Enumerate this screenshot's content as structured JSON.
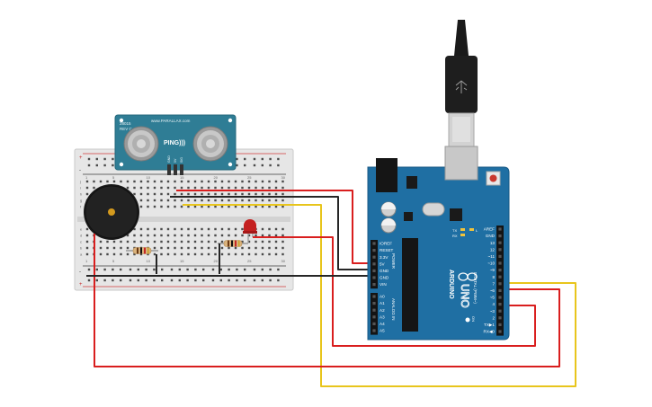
{
  "sensor": {
    "brand_line": "www.PARALLAX.com",
    "model_line1": "28015",
    "model_line2": "REV C",
    "name": "PING)))",
    "pin_labels": [
      "GND",
      "5V",
      "SIG"
    ]
  },
  "arduino": {
    "brand": "ARDUINO",
    "model": "UNO",
    "tx_label": "TX",
    "rx_label": "RX",
    "l_label": "L",
    "on_label": "ON",
    "power_header_title": "POWER",
    "power_pins": [
      "IOREF",
      "RESET",
      "3.3V",
      "5V",
      "GND",
      "GND",
      "VIN"
    ],
    "analog_header_title": "ANALOG IN",
    "analog_pins": [
      "A0",
      "A1",
      "A2",
      "A3",
      "A4",
      "A5"
    ],
    "digital_header_title": "DIGITAL (PWM~)",
    "digital_pins": [
      "AREF",
      "GND",
      "13",
      "12",
      "~11",
      "~10",
      "~9",
      "8",
      "7",
      "~6",
      "~5",
      "4",
      "~3",
      "2",
      "TX▶1",
      "RX◀0"
    ]
  },
  "breadboard": {
    "col_numbers": [
      "1",
      "5",
      "10",
      "15",
      "20",
      "25",
      "30"
    ],
    "row_letters_top": [
      "j",
      "i",
      "h",
      "g",
      "f"
    ],
    "row_letters_bottom": [
      "e",
      "d",
      "c",
      "b",
      "a"
    ],
    "rail_plus": "+",
    "rail_minus": "-"
  },
  "colors": {
    "arduino_board": "#1f6fa3",
    "breadboard": "#e6e6e6",
    "sensor_board": "#2f7d95",
    "wire_red": "#d91e1e",
    "wire_black": "#262626",
    "wire_yellow": "#e8c51c",
    "led": "#c42020",
    "buzzer": "#1b1b1b"
  }
}
